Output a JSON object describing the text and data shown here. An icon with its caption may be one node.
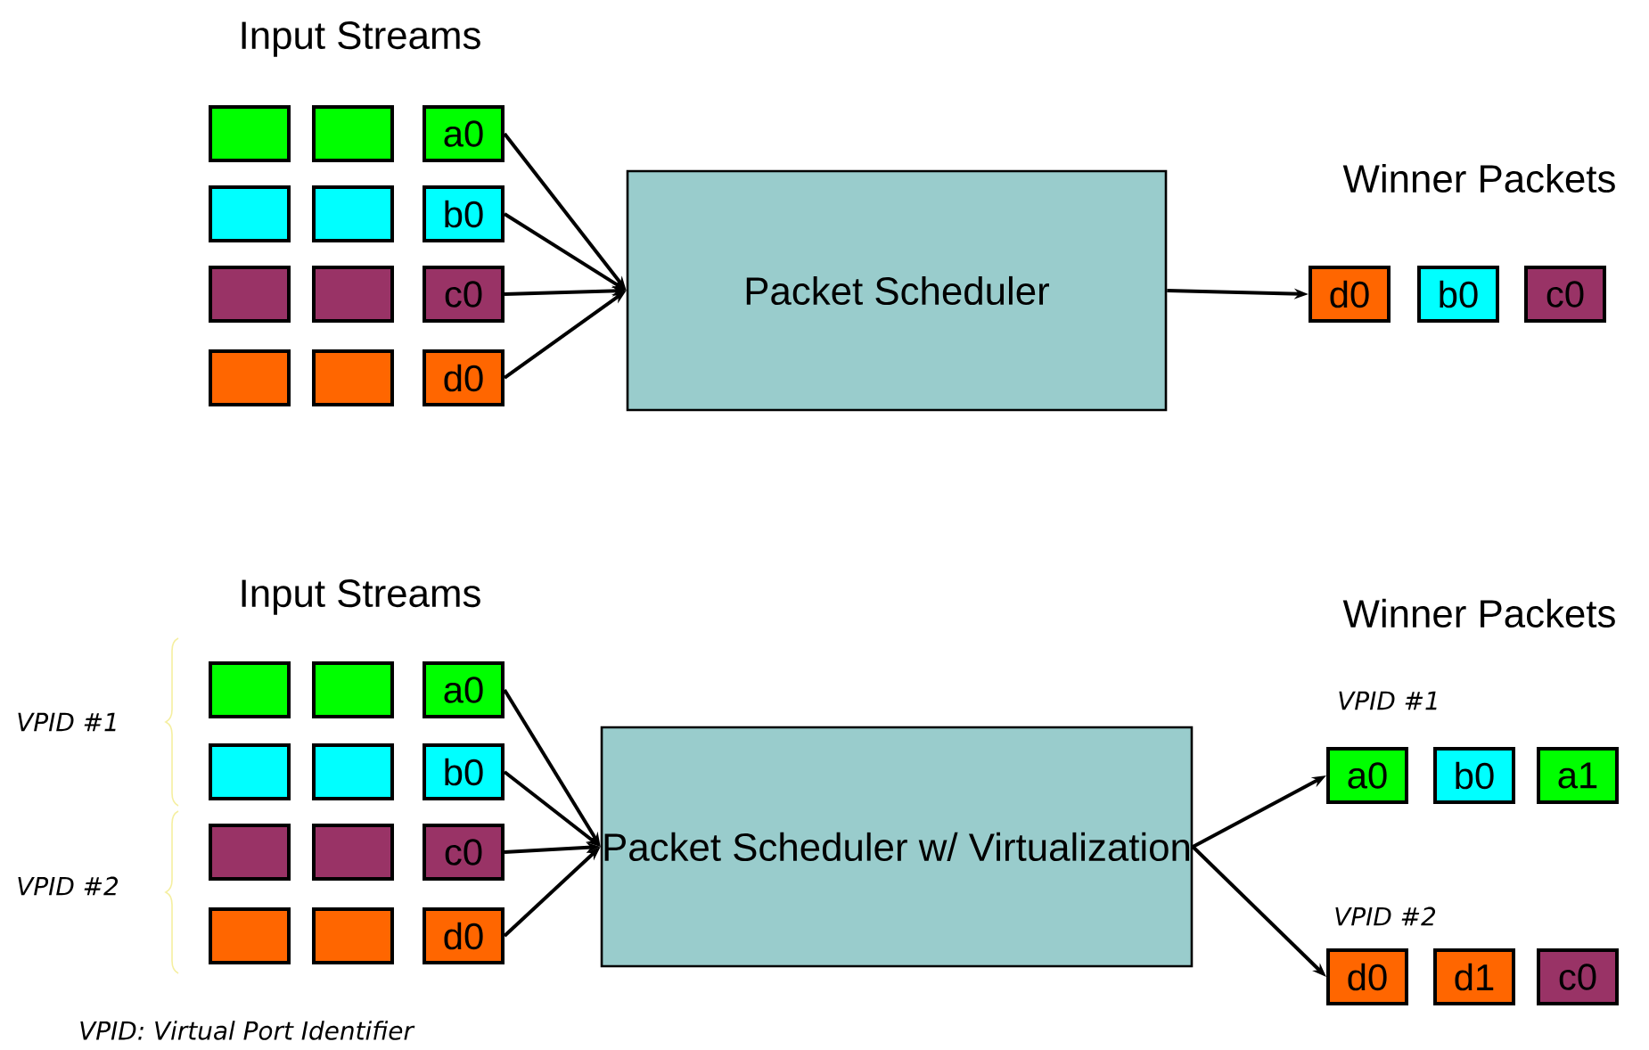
{
  "diagram": {
    "nodes": [
      {
        "text": [],
        "shape": "box"
      },
      {
        "text": [],
        "shape": "box"
      },
      {
        "text": [
          "a0"
        ]
      },
      {
        "text": [],
        "shape": "box"
      },
      {
        "text": [],
        "shape": "box"
      },
      {
        "text": [
          "b0"
        ]
      },
      {
        "text": [],
        "shape": "box"
      },
      {
        "text": [],
        "shape": "box"
      },
      {
        "text": [
          "c0"
        ]
      },
      {
        "text": [],
        "shape": "box"
      },
      {
        "text": [],
        "shape": "box"
      },
      {
        "text": [
          "d0"
        ]
      },
      {
        "text": [
          "Packet Scheduler"
        ]
      },
      {
        "text": [
          "d0"
        ]
      },
      {
        "text": [
          "b0"
        ]
      },
      {
        "text": [
          "c0"
        ]
      },
      {
        "text": [],
        "shape": "box"
      },
      {
        "text": [],
        "shape": "box"
      },
      {
        "text": [
          "a0"
        ]
      },
      {
        "text": [],
        "shape": "box"
      },
      {
        "text": [],
        "shape": "box"
      },
      {
        "text": [
          "b0"
        ]
      },
      {
        "text": [],
        "shape": "box"
      },
      {
        "text": [],
        "shape": "box"
      },
      {
        "text": [
          "c0"
        ]
      },
      {
        "text": [],
        "shape": "box"
      },
      {
        "text": [],
        "shape": "box"
      },
      {
        "text": [
          "d0"
        ]
      },
      {
        "text": [
          "Packet Scheduler w/ Virtualization"
        ]
      },
      {
        "text": [
          "a0"
        ]
      },
      {
        "text": [
          "b0"
        ]
      },
      {
        "text": [
          "a1"
        ]
      },
      {
        "text": [
          "d0"
        ]
      },
      {
        "text": [
          "d1"
        ]
      },
      {
        "text": [
          "c0"
        ]
      }
    ],
    "edges": [
      {
        "from": 2,
        "to": 12,
        "arrow": "to"
      },
      {
        "from": 5,
        "to": 12,
        "arrow": "to"
      },
      {
        "from": 8,
        "to": 12,
        "arrow": "to"
      },
      {
        "from": 11,
        "to": 12,
        "arrow": "to"
      },
      {
        "from": 12,
        "to": 13,
        "arrow": "to"
      },
      {
        "from": 18,
        "to": 28,
        "arrow": "to"
      },
      {
        "from": 21,
        "to": 28,
        "arrow": "to"
      },
      {
        "from": 24,
        "to": 28,
        "arrow": "to"
      },
      {
        "from": 27,
        "to": 28,
        "arrow": "to"
      },
      {
        "from": 28,
        "to": 29,
        "arrow": "to"
      },
      {
        "from": 28,
        "to": 32,
        "arrow": "to"
      }
    ],
    "labels": [
      "Input Streams",
      "Winner Packets",
      "Input Streams",
      "Winner Packets",
      "VPID #1",
      "VPID #1",
      "VPID #2",
      "VPID #2",
      "VPID: Virtual Port Identifier"
    ]
  }
}
